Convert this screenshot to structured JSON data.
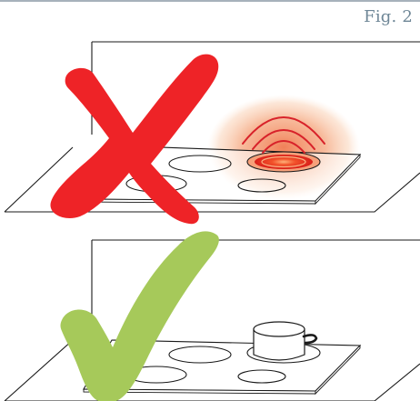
{
  "figure": {
    "label": "Fig. 2"
  },
  "colors": {
    "rule": "#a7b1bb",
    "label": "#6f8797",
    "line": "#1a1a1a",
    "cross": "#ee2327",
    "check": "#a6c95a",
    "heat_glow": "#f4a070",
    "heat_core": "#e8321a",
    "heat_waves": "#d8222a"
  },
  "panels": [
    {
      "id": "incorrect",
      "symbol": "cross-icon",
      "pan_on_burner": false,
      "burner_hot": true
    },
    {
      "id": "correct",
      "symbol": "checkmark-icon",
      "pan_on_burner": true,
      "burner_hot": false
    }
  ]
}
